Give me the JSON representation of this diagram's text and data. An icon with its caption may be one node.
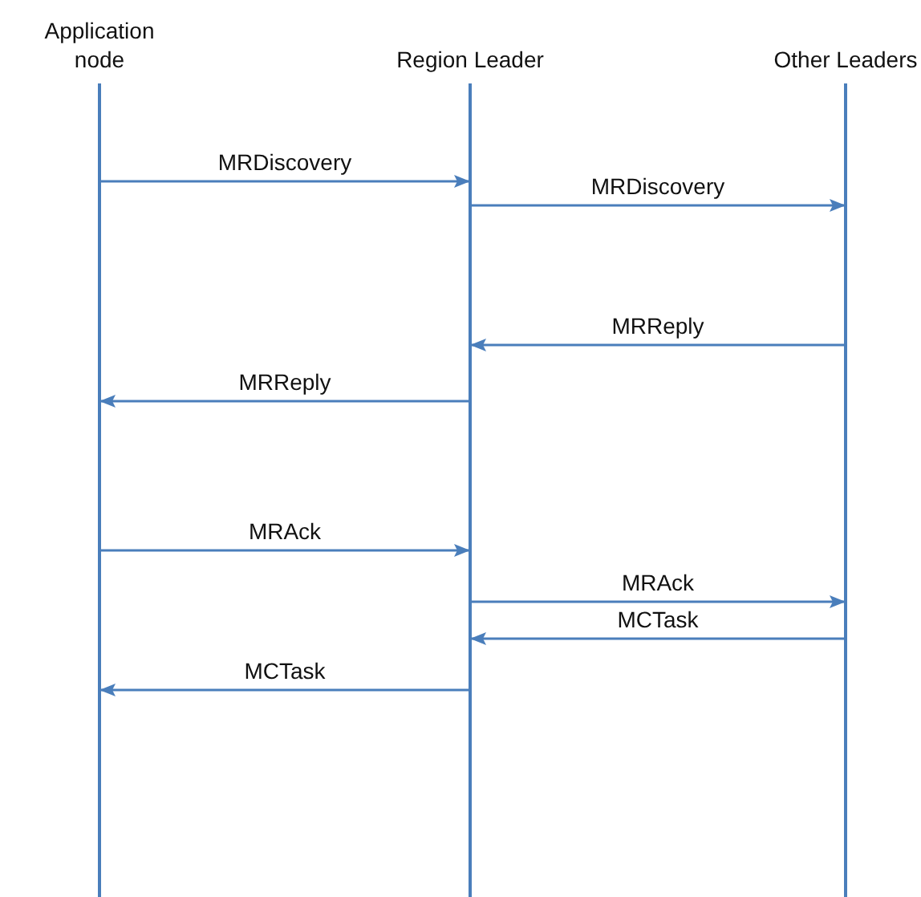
{
  "diagram": {
    "nodes": [
      {
        "text": [
          "Application node"
        ]
      },
      {
        "text": [
          "Region Leader"
        ]
      },
      {
        "text": [
          "Other Leaders"
        ]
      }
    ],
    "edges": [
      {
        "from": 0,
        "to": 1,
        "arrow": "to",
        "label": "MRDiscovery"
      },
      {
        "from": 1,
        "to": 2,
        "arrow": "to",
        "label": "MRDiscovery"
      },
      {
        "from": 2,
        "to": 1,
        "arrow": "to",
        "label": "MRReply"
      },
      {
        "from": 1,
        "to": 0,
        "arrow": "to",
        "label": "MRReply"
      },
      {
        "from": 0,
        "to": 1,
        "arrow": "to",
        "label": "MRAck"
      },
      {
        "from": 1,
        "to": 2,
        "arrow": "to",
        "label": "MRAck"
      },
      {
        "from": 2,
        "to": 1,
        "arrow": "to",
        "label": "MCTask"
      },
      {
        "from": 1,
        "to": 0,
        "arrow": "to",
        "label": "MCTask"
      }
    ]
  }
}
